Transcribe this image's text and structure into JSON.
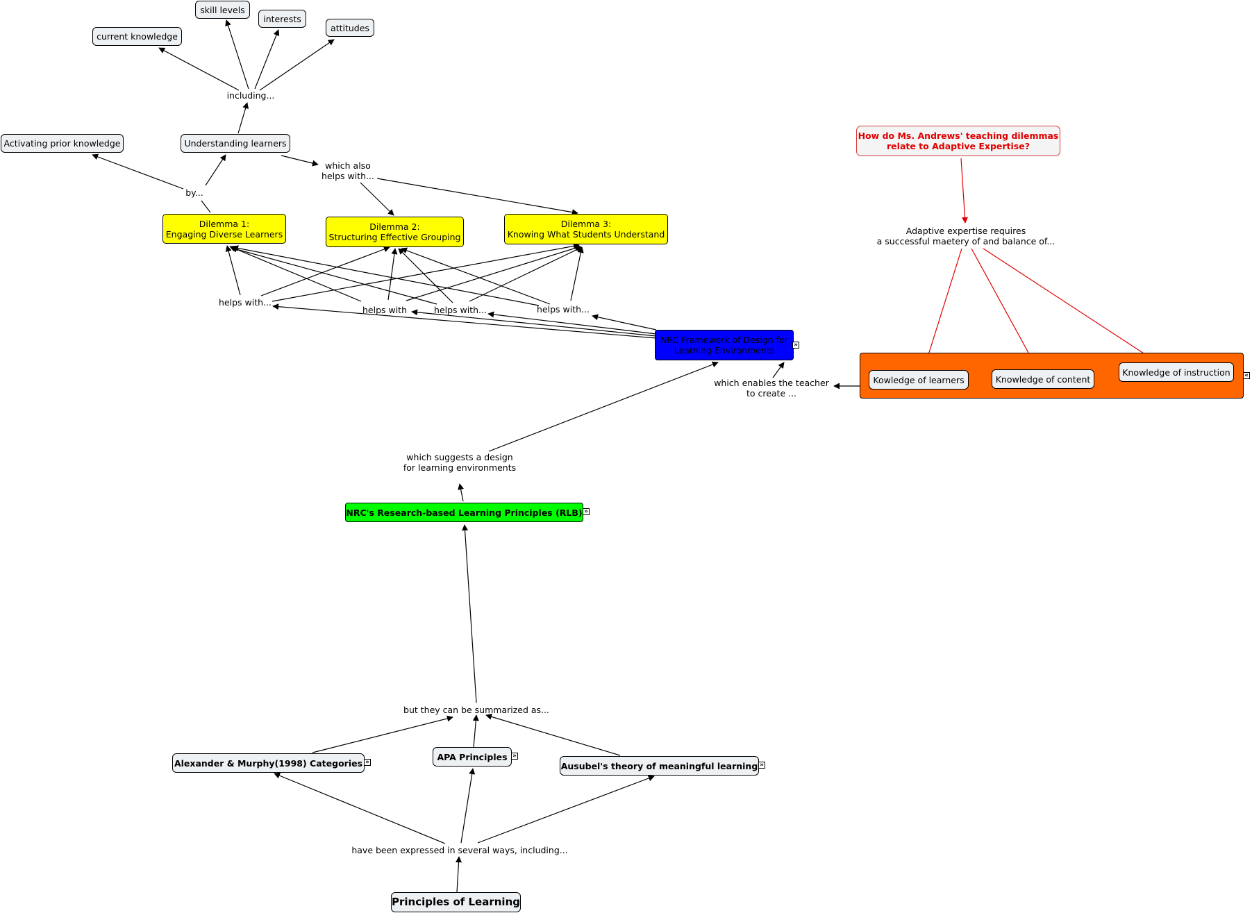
{
  "nodes": {
    "current_knowledge": "current knowledge",
    "skill_levels": "skill levels",
    "interests": "interests",
    "attitudes": "attitudes",
    "including": "including...",
    "activating_prior_knowledge": "Activating prior knowledge",
    "understanding_learners": "Understanding learners",
    "by": "by...",
    "which_also": "which also\nhelps with...",
    "dilemma1": "Dilemma 1:\nEngaging Diverse Learners",
    "dilemma2": "Dilemma 2:\nStructuring Effective Grouping",
    "dilemma3": "Dilemma 3:\nKnowing What Students Understand",
    "helps_with_1": "helps with...",
    "helps_with_2": "helps with",
    "helps_with_3": "helps with...",
    "helps_with_4": "helps with...",
    "nrc_framework": "NRC Framework of Design for\nLearning Environments",
    "which_enables": "which enables the teacher\nto create ...",
    "question": "How do Ms. Andrews' teaching dilemmas\nrelate to Adaptive Expertise?",
    "adaptive_requires": "Adaptive expertise requires\na successful maetery of and balance of...",
    "knowledge_learners": "Kowledge of learners",
    "knowledge_content": "Knowledge of content",
    "knowledge_instruction": "Knowledge of instruction",
    "which_suggests": "which suggests a design\nfor learning environments",
    "nrc_rlb": "NRC's Research-based Learning Principles (RLB)",
    "summarized": "but they can be summarized as...",
    "alexander_murphy": "Alexander & Murphy(1998) Categories",
    "apa_principles": "APA Principles",
    "ausubel": "Ausubel's theory of meaningful learning",
    "expressed": "have been expressed in several ways, including...",
    "principles_of_learning": "Principles of Learning"
  },
  "icons": {
    "expand": "»",
    "collapse": "«"
  },
  "colors": {
    "dilemma": "#ffff00",
    "nrc_framework": "#0000ff",
    "nrc_rlb": "#00ff00",
    "adaptive_panel": "#ff6600",
    "question_text": "#e00000",
    "red_links": "#e00000",
    "concept_fill": "#eef1f3"
  }
}
